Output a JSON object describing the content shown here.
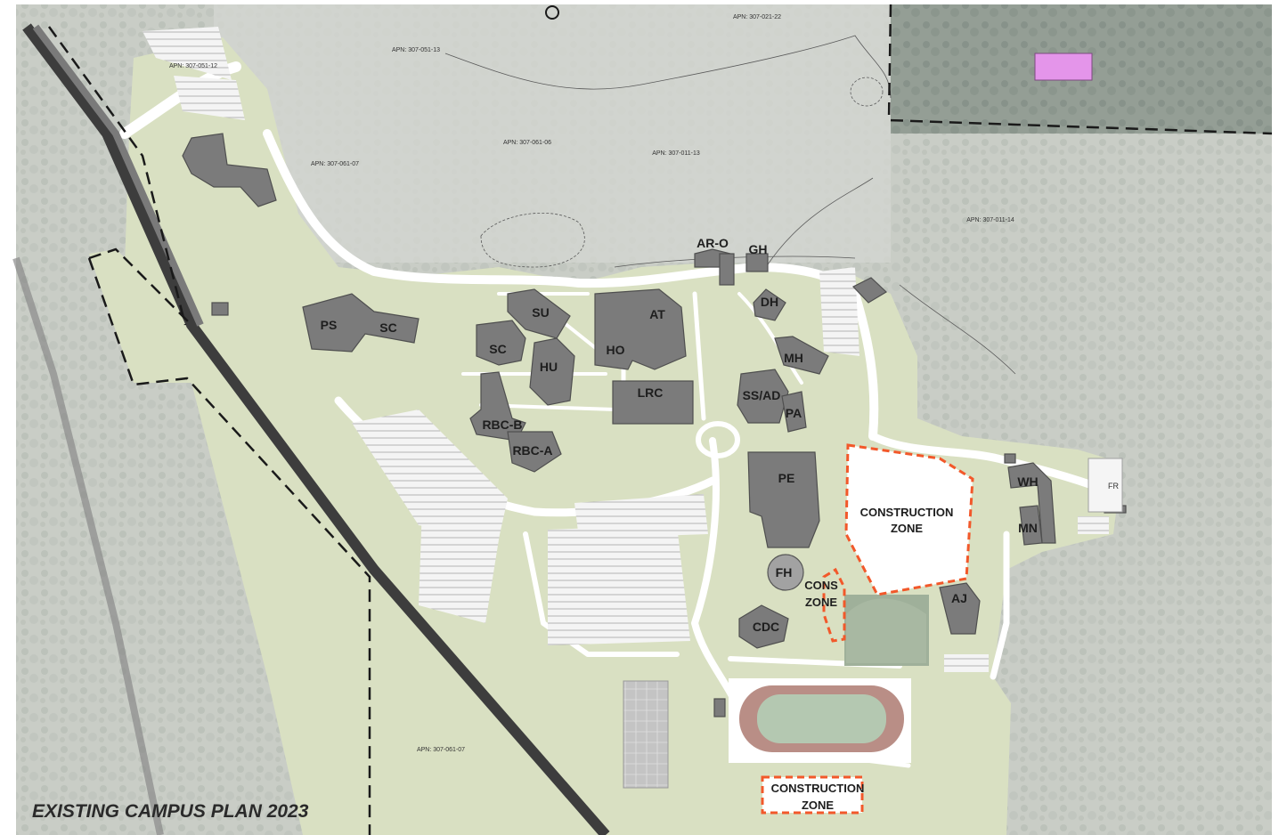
{
  "title": "EXISTING CAMPUS PLAN 2023",
  "colors": {
    "forest": "#c7cbc4",
    "forest_dark": "#8e9990",
    "campus_green": "#d9e0c2",
    "building": "#7b7b7b",
    "road": "#ffffff",
    "construction_outline": "#f2582a",
    "highway": "#3d3d3d",
    "marker": "#e495ea"
  },
  "buildings": [
    {
      "id": "ar-o",
      "label": "AR-O"
    },
    {
      "id": "gh",
      "label": "GH"
    },
    {
      "id": "dh",
      "label": "DH"
    },
    {
      "id": "su",
      "label": "SU"
    },
    {
      "id": "at",
      "label": "AT"
    },
    {
      "id": "ps",
      "label": "PS"
    },
    {
      "id": "sc-east",
      "label": "SC"
    },
    {
      "id": "sc-west",
      "label": "SC"
    },
    {
      "id": "hu",
      "label": "HU"
    },
    {
      "id": "ho",
      "label": "HO"
    },
    {
      "id": "mh",
      "label": "MH"
    },
    {
      "id": "lrc",
      "label": "LRC"
    },
    {
      "id": "ss-ad",
      "label": "SS/AD"
    },
    {
      "id": "pa",
      "label": "PA"
    },
    {
      "id": "rbc-b",
      "label": "RBC-B"
    },
    {
      "id": "rbc-a",
      "label": "RBC-A"
    },
    {
      "id": "pe",
      "label": "PE"
    },
    {
      "id": "wh",
      "label": "WH"
    },
    {
      "id": "fr",
      "label": "FR"
    },
    {
      "id": "mn",
      "label": "MN"
    },
    {
      "id": "fh",
      "label": "FH"
    },
    {
      "id": "aj",
      "label": "AJ"
    },
    {
      "id": "cdc",
      "label": "CDC"
    }
  ],
  "construction_zones": [
    {
      "line1": "CONSTRUCTION",
      "line2": "ZONE"
    },
    {
      "line1": "CONS",
      "line2": "ZONE"
    },
    {
      "line1": "CONSTRUCTION",
      "line2": "ZONE"
    }
  ],
  "parcels": [
    "APN: 307-021-22",
    "APN: 307-051-13",
    "APN: 307-051-12",
    "APN: 307-061-06",
    "APN: 307-011-13",
    "APN: 307-061-07",
    "APN: 307-011-14",
    "APN: 307-061-07"
  ],
  "icons": {
    "marker": "pink-rectangle-marker",
    "boundary": "dashed-property-boundary"
  }
}
